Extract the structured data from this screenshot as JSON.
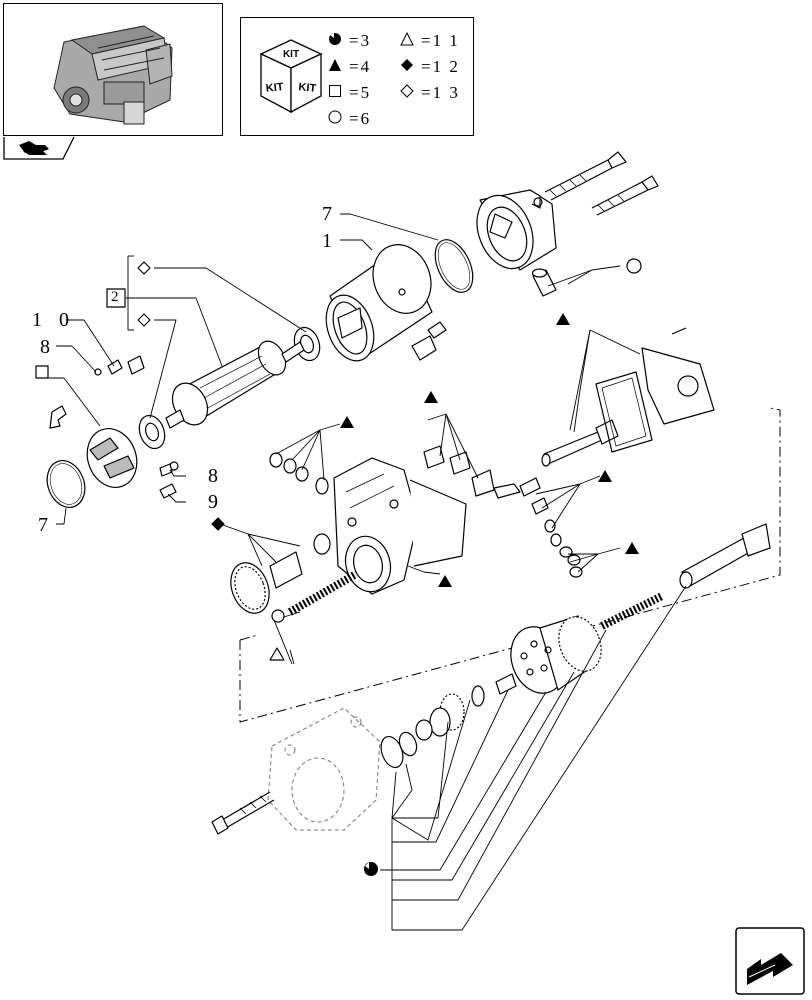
{
  "legend": {
    "items": [
      {
        "symbol": "bullet-half",
        "equals": "=3"
      },
      {
        "symbol": "triangle-open",
        "equals": "=1 1"
      },
      {
        "symbol": "triangle-filled",
        "equals": "=4"
      },
      {
        "symbol": "diamond-filled",
        "equals": "=1 2"
      },
      {
        "symbol": "square-open",
        "equals": "=5"
      },
      {
        "symbol": "diamond-open",
        "equals": "=1 3"
      },
      {
        "symbol": "circle-open",
        "equals": "=6"
      }
    ],
    "kit_icon": {
      "top": "KIT",
      "left": "KIT",
      "right": "KIT"
    }
  },
  "callouts": {
    "c7a": "7",
    "c1": "1",
    "c2": "2",
    "c10": "1 0",
    "c8a": "8",
    "c8b": "8",
    "c9": "9",
    "c7b": "7"
  },
  "colors": {
    "line": "#000000",
    "part_fill": "#ffffff",
    "shade": "#cfcfcf",
    "dashed_part": "#777777"
  }
}
